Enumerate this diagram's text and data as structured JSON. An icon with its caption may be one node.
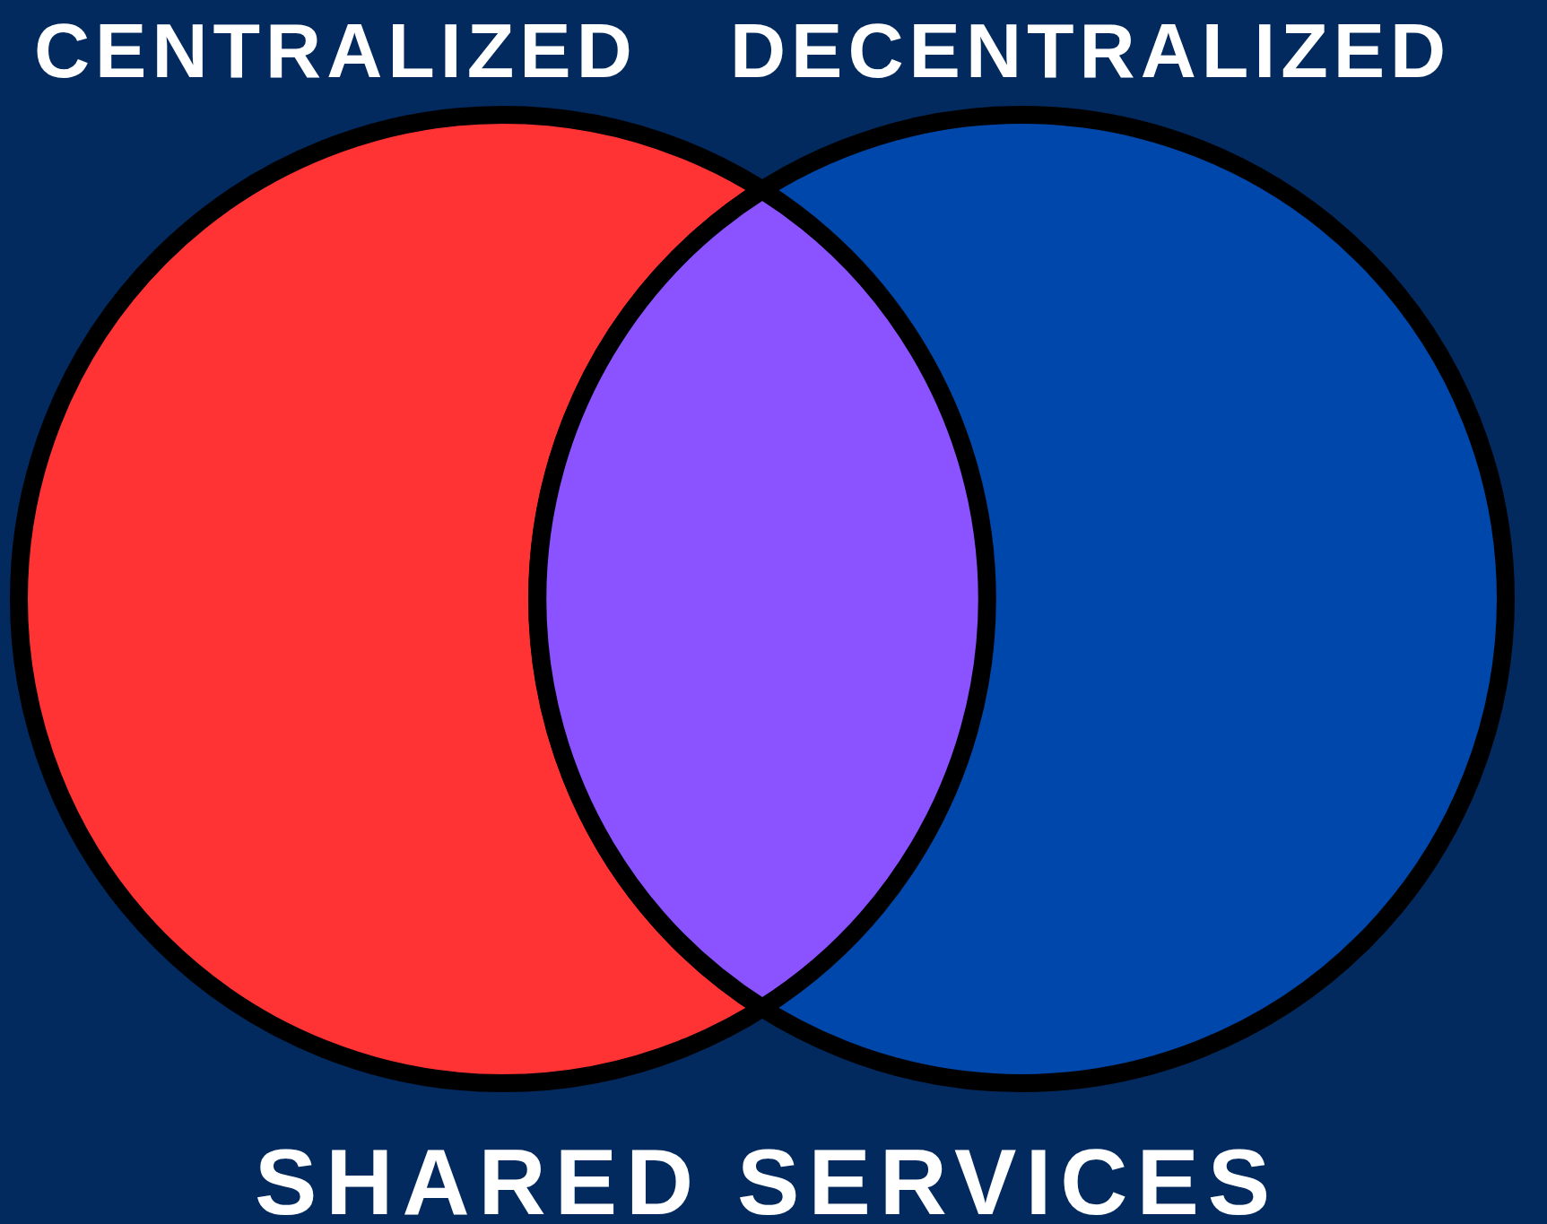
{
  "diagram": {
    "nodes": [
      {
        "text": [
          "CENTRALIZED"
        ]
      },
      {
        "text": [
          "DECENTRALIZED"
        ]
      },
      {
        "text": [],
        "shape": "lens"
      }
    ],
    "edges": [],
    "labels": [
      "SHARED SERVICES"
    ]
  }
}
